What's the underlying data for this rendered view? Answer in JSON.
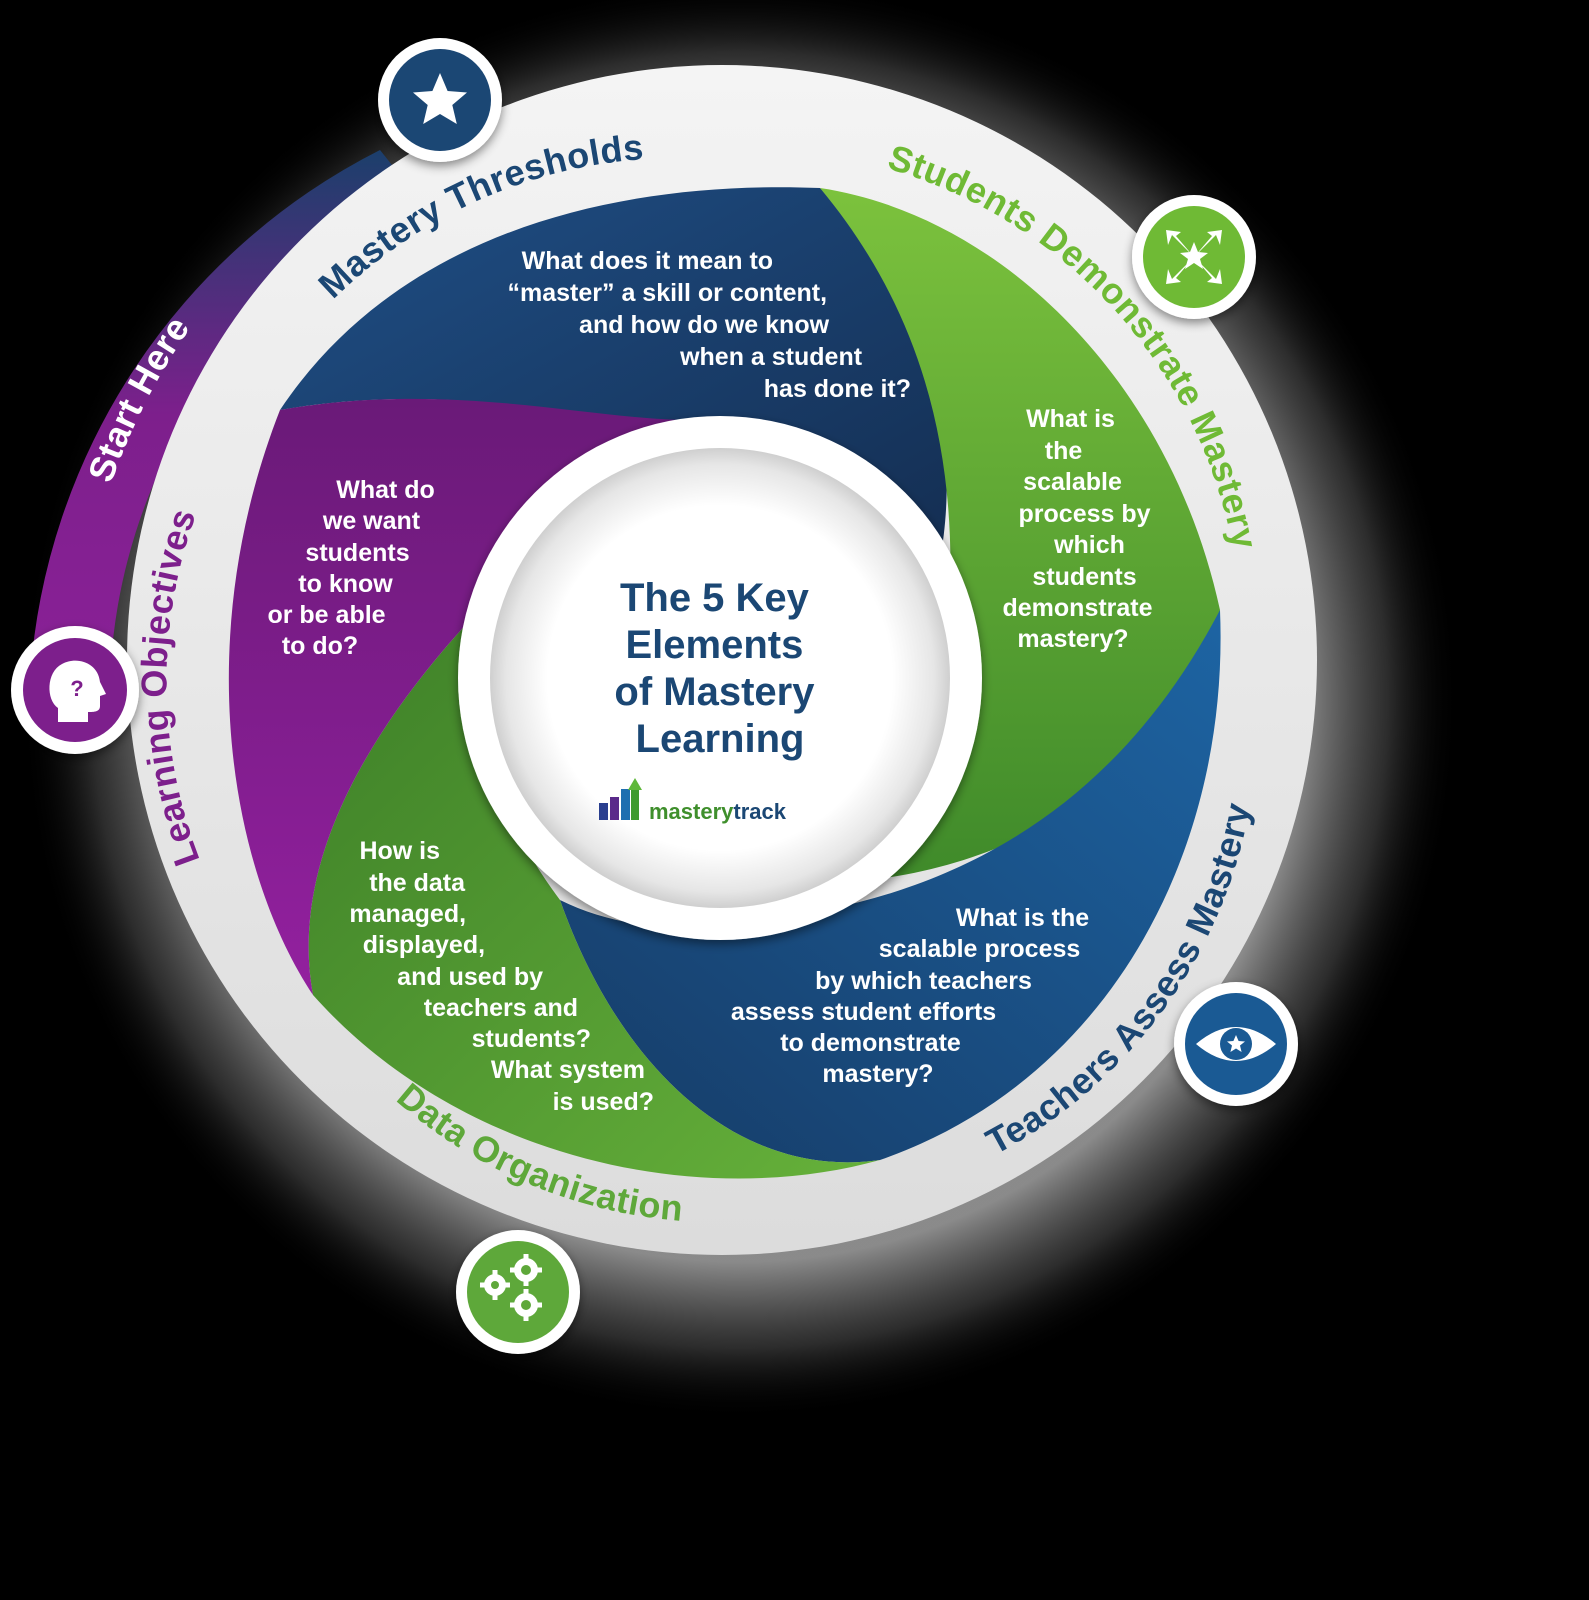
{
  "title": {
    "lines": [
      "The 5 Key",
      "Elements",
      "of Mastery",
      "Learning"
    ]
  },
  "brand": {
    "part1": "mastery",
    "part2": "track"
  },
  "ring_labels": {
    "start_here": "Start Here",
    "mastery_thresholds": "Mastery Thresholds",
    "students_demonstrate": "Students Demonstrate Mastery",
    "teachers_assess": "Teachers Assess Mastery",
    "data_organization": "Data Organization",
    "learning_objectives": "Learning Objectives"
  },
  "questions": {
    "mastery_thresholds": [
      "What does it mean to",
      "“master” a skill or content,",
      "and how do we know",
      "when a student",
      "has done it?"
    ],
    "students_demonstrate": [
      "What is",
      "the",
      "scalable",
      "process by",
      "which",
      "students",
      "demonstrate",
      "mastery?"
    ],
    "teachers_assess": [
      "What is the",
      "scalable process",
      "by which teachers",
      "assess student efforts",
      "to demonstrate",
      "mastery?"
    ],
    "data_organization": [
      "How is",
      "the data",
      "managed,",
      "displayed,",
      "and used by",
      "teachers and",
      "students?",
      "What system",
      "is used?"
    ],
    "learning_objectives": [
      "What do",
      "we want",
      "students",
      "to know",
      "or be able",
      "to do?"
    ]
  },
  "icons": {
    "mastery_thresholds": "star-icon",
    "students_demonstrate": "expand-arrows-icon",
    "teachers_assess": "eye-icon",
    "data_organization": "gears-icon",
    "learning_objectives": "head-question-icon"
  },
  "colors": {
    "navy": "#1b3f6b",
    "blue": "#1a5a94",
    "green": "#5ea83a",
    "light_green": "#79bd3c",
    "purple": "#7d1f8c",
    "title_navy": "#1b4774",
    "brand_green": "#3f8f2c"
  }
}
